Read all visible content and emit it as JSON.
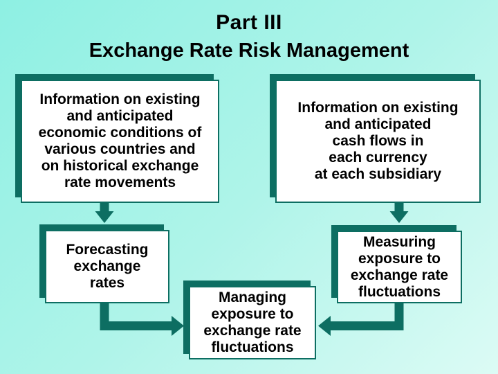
{
  "title": "Part III",
  "subtitle": "Exchange Rate Risk Management",
  "colors": {
    "accent": "#0d6e62",
    "bg_start": "#8ef0e3",
    "bg_end": "#dcfbf5",
    "box_bg": "#ffffff",
    "text": "#000000"
  },
  "boxes": [
    {
      "id": "info-economic",
      "text": "Information on existing\nand anticipated\neconomic conditions of\nvarious countries and\non historical exchange\nrate movements"
    },
    {
      "id": "info-cashflows",
      "text": "Information on existing\nand anticipated\ncash flows in\neach currency\nat each subsidiary"
    },
    {
      "id": "forecasting",
      "text": "Forecasting\nexchange\nrates"
    },
    {
      "id": "measuring",
      "text": "Measuring\nexposure to\nexchange rate\nfluctuations"
    },
    {
      "id": "managing",
      "text": "Managing\nexposure to\nexchange rate\nfluctuations"
    }
  ],
  "arrows": [
    {
      "from": "info-economic",
      "to": "forecasting",
      "shape": "straight-down"
    },
    {
      "from": "info-cashflows",
      "to": "measuring",
      "shape": "straight-down"
    },
    {
      "from": "forecasting",
      "to": "managing",
      "shape": "elbow-down-right"
    },
    {
      "from": "measuring",
      "to": "managing",
      "shape": "elbow-down-left"
    }
  ]
}
